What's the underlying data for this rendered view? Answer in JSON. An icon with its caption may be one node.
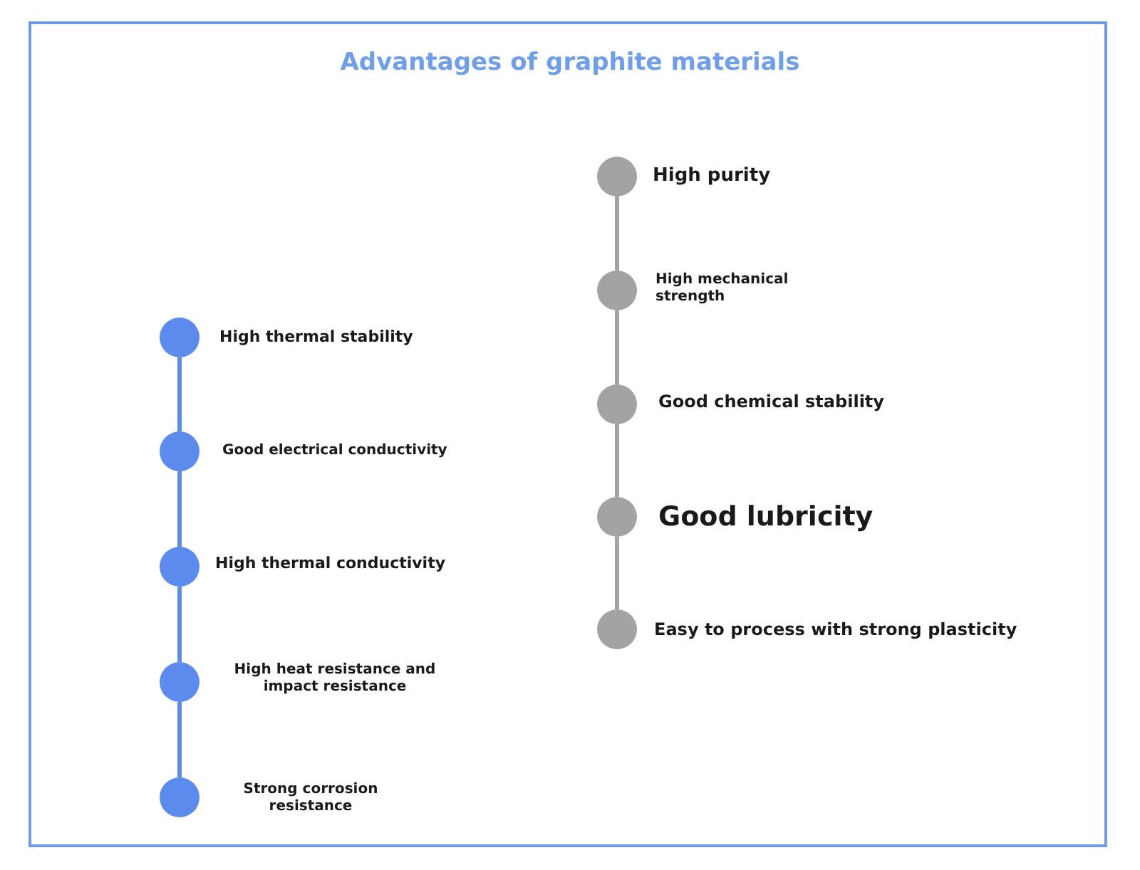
{
  "diagram": {
    "title": "Advantages of graphite materials",
    "nodes": [
      {
        "text": [],
        "shape": "circle",
        "beside": [
          "High thermal stability"
        ]
      },
      {
        "text": [],
        "shape": "circle",
        "beside": [
          "Good electrical conductivity"
        ]
      },
      {
        "text": [],
        "shape": "circle",
        "beside": [
          "High thermal conductivity"
        ]
      },
      {
        "text": [],
        "shape": "circle",
        "beside": [
          "High heat resistance and impact resistance"
        ]
      },
      {
        "text": [],
        "shape": "circle",
        "beside": [
          "Strong corrosion resistance"
        ]
      },
      {
        "text": [],
        "shape": "circle",
        "beside": [
          "High purity"
        ]
      },
      {
        "text": [],
        "shape": "circle",
        "beside": [
          "High mechanical strength"
        ]
      },
      {
        "text": [],
        "shape": "circle",
        "beside": [
          "Good chemical stability"
        ]
      },
      {
        "text": [],
        "shape": "circle",
        "beside": [
          "Good lubricity"
        ]
      },
      {
        "text": [],
        "shape": "circle",
        "beside": [
          "Easy to process with strong plasticity"
        ]
      }
    ],
    "edges": [
      {
        "from": 0,
        "to": 1,
        "arrow": "none",
        "color": "#5b8ced"
      },
      {
        "from": 1,
        "to": 2,
        "arrow": "none",
        "color": "#5b8ced"
      },
      {
        "from": 2,
        "to": 3,
        "arrow": "none",
        "color": "#5b8ced"
      },
      {
        "from": 3,
        "to": 4,
        "arrow": "none",
        "color": "#5b8ced"
      },
      {
        "from": 5,
        "to": 6,
        "arrow": "none",
        "color": "#a3a3a5"
      },
      {
        "from": 6,
        "to": 7,
        "arrow": "none",
        "color": "#a3a3a5"
      },
      {
        "from": 7,
        "to": 8,
        "arrow": "none",
        "color": "#a3a3a5"
      },
      {
        "from": 8,
        "to": 9,
        "arrow": "none",
        "color": "#a3a3a5"
      }
    ]
  }
}
